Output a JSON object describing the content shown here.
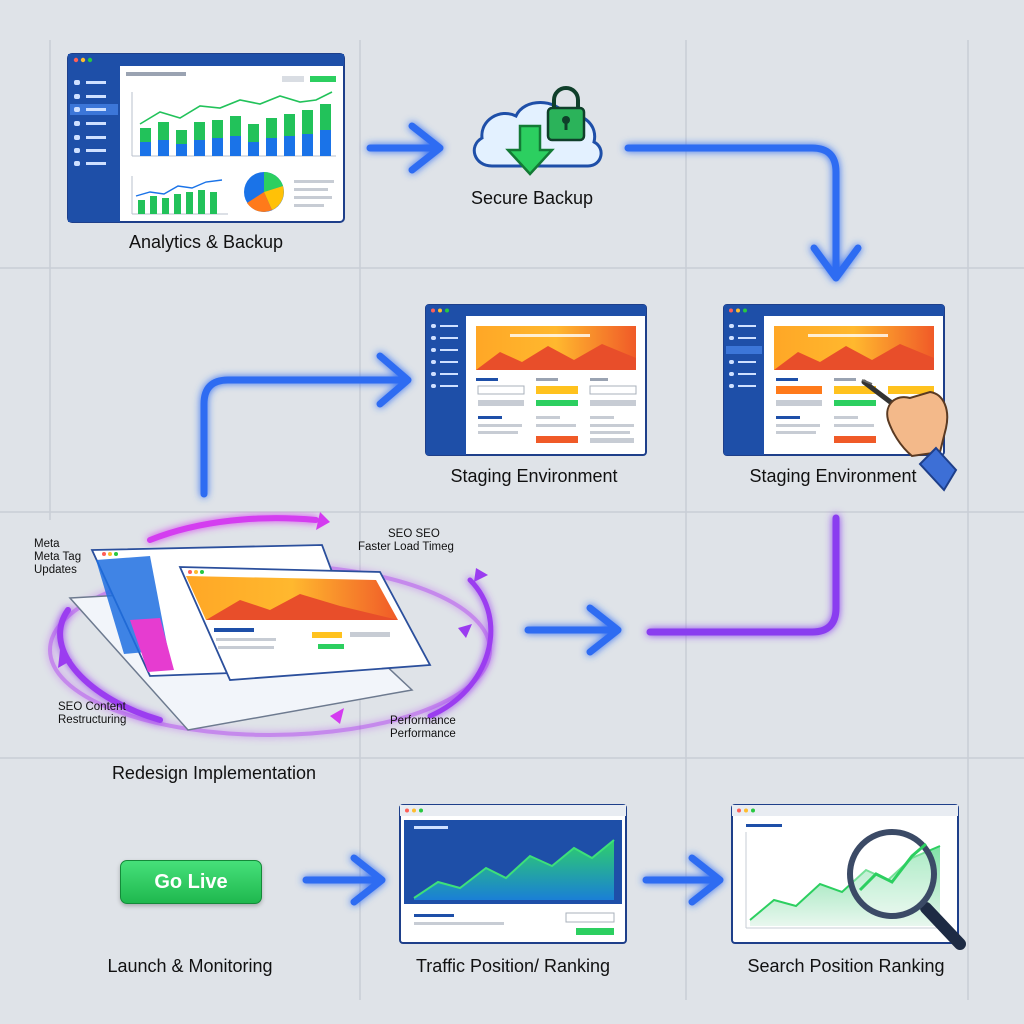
{
  "steps": {
    "analytics_backup": "Analytics & Backup",
    "secure_backup": "Secure Backup",
    "staging_1": "Staging Environment",
    "staging_2": "Staging Environment",
    "redesign": "Redesign Implementation",
    "launch": "Launch & Monitoring",
    "traffic": "Traffic  Position/ Ranking",
    "search_ranking": "Search Position Ranking"
  },
  "annotations": {
    "meta_line1": "Meta",
    "meta_line2": "Meta Tag",
    "meta_line3": "Updates",
    "seo_line1": "SEO SEO",
    "seo_line2": "Faster Load Timeg",
    "content_line1": "SEO Content",
    "content_line2": "Restructuring",
    "perf_line1": "Performance",
    "perf_line2": "Performance"
  },
  "buttons": {
    "go_live": "Go Live"
  },
  "icons": [
    "lock-icon",
    "cloud-icon",
    "download-arrow-icon",
    "pen-hand-icon",
    "magnifier-icon"
  ],
  "colors": {
    "arrow_blue": "#2f6cf2",
    "arrow_purple": "#8a3cf0",
    "sidebar_blue": "#1e4fa8",
    "bar_green": "#22c25a",
    "go_live_green": "#2ccf60"
  }
}
